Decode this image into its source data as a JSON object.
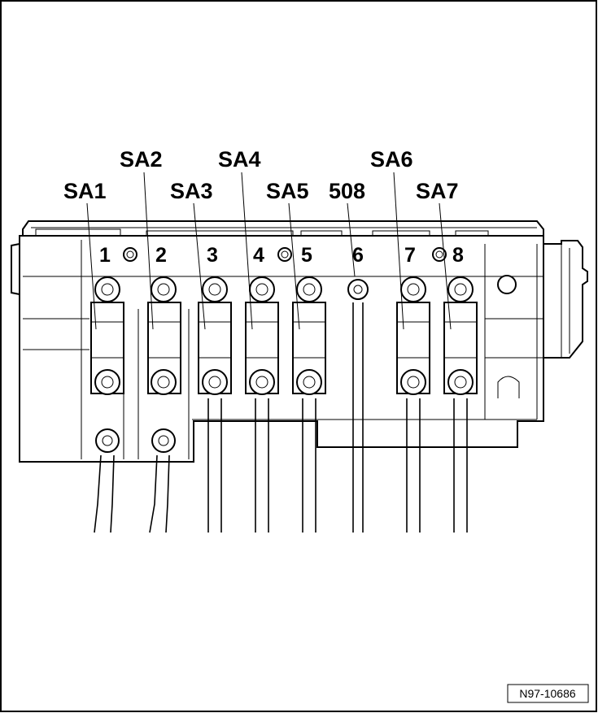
{
  "callouts": [
    "SA1",
    "SA2",
    "SA3",
    "SA4",
    "SA5",
    "508",
    "SA6",
    "SA7"
  ],
  "slots": [
    "1",
    "2",
    "3",
    "4",
    "5",
    "6",
    "7",
    "8"
  ],
  "figure_code": "N97-10686"
}
